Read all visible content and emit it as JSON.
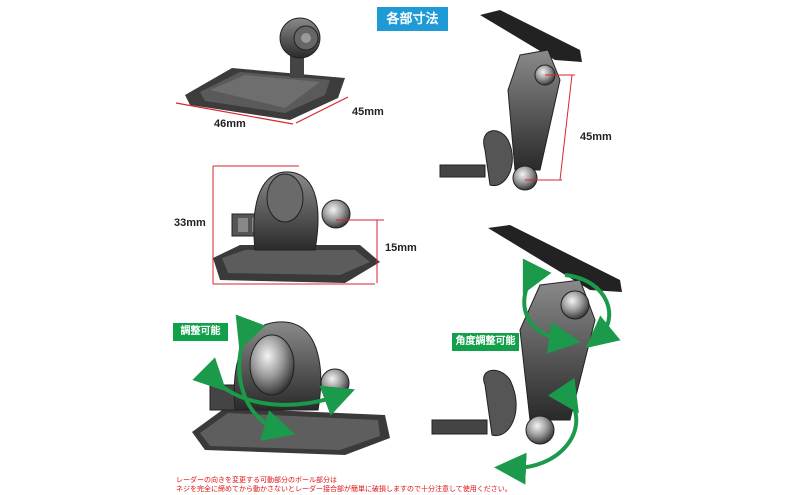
{
  "title": "各部寸法",
  "dimensions": {
    "base_width": "46mm",
    "base_depth": "45mm",
    "arm_length": "45mm",
    "total_height": "33mm",
    "joint_height": "15mm"
  },
  "labels": {
    "adjustable": "調整可能",
    "angle_adjustable": "角度調整可能"
  },
  "note": {
    "line1": "レーダーの向きを変更する可動部分のボール部分は",
    "line2": "ネジを完全に締めてから動かさないとレーダー接合部が簡単に破損しますので十分注意して使用ください。"
  },
  "colors": {
    "badge_blue": "#1e9bd7",
    "badge_green": "#12a04a",
    "arrow_green": "#1a9a4a",
    "dimension_red": "#d8262c"
  }
}
